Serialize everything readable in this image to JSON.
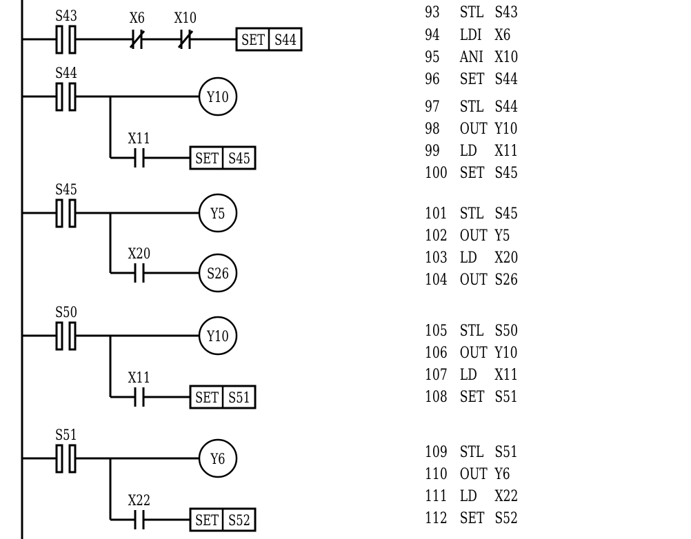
{
  "diagram": {
    "type": "plc-ladder-with-instruction-list",
    "rungs": [
      {
        "stl": "S43",
        "main_series": [
          {
            "kind": "nc-contact",
            "label": "X6"
          },
          {
            "kind": "nc-contact",
            "label": "X10"
          }
        ],
        "main_output": {
          "kind": "set",
          "op": "SET",
          "operand": "S44"
        },
        "branch": null
      },
      {
        "stl": "S44",
        "main_series": [],
        "main_output": {
          "kind": "coil",
          "operand": "Y10"
        },
        "branch": {
          "contact": {
            "kind": "no-contact",
            "label": "X11"
          },
          "output": {
            "kind": "set",
            "op": "SET",
            "operand": "S45"
          }
        }
      },
      {
        "stl": "S45",
        "main_series": [],
        "main_output": {
          "kind": "coil",
          "operand": "Y5"
        },
        "branch": {
          "contact": {
            "kind": "no-contact",
            "label": "X20"
          },
          "output": {
            "kind": "coil",
            "operand": "S26"
          }
        }
      },
      {
        "stl": "S50",
        "main_series": [],
        "main_output": {
          "kind": "coil",
          "operand": "Y10"
        },
        "branch": {
          "contact": {
            "kind": "no-contact",
            "label": "X11"
          },
          "output": {
            "kind": "set",
            "op": "SET",
            "operand": "S51"
          }
        }
      },
      {
        "stl": "S51",
        "main_series": [],
        "main_output": {
          "kind": "coil",
          "operand": "Y6"
        },
        "branch": {
          "contact": {
            "kind": "no-contact",
            "label": "X22"
          },
          "output": {
            "kind": "set",
            "op": "SET",
            "operand": "S52"
          }
        }
      }
    ]
  },
  "instruction_list": [
    {
      "step": "93",
      "op": "STL",
      "arg": "S43"
    },
    {
      "step": "94",
      "op": "LDI",
      "arg": "X6"
    },
    {
      "step": "95",
      "op": "ANI",
      "arg": "X10"
    },
    {
      "step": "96",
      "op": "SET",
      "arg": "S44"
    },
    {
      "step": "97",
      "op": "STL",
      "arg": "S44"
    },
    {
      "step": "98",
      "op": "OUT",
      "arg": "Y10"
    },
    {
      "step": "99",
      "op": "LD",
      "arg": "X11"
    },
    {
      "step": "100",
      "op": "SET",
      "arg": "S45"
    },
    {
      "step": "101",
      "op": "STL",
      "arg": "S45"
    },
    {
      "step": "102",
      "op": "OUT",
      "arg": "Y5"
    },
    {
      "step": "103",
      "op": "LD",
      "arg": "X20"
    },
    {
      "step": "104",
      "op": "OUT",
      "arg": "S26"
    },
    {
      "step": "105",
      "op": "STL",
      "arg": "S50"
    },
    {
      "step": "106",
      "op": "OUT",
      "arg": "Y10"
    },
    {
      "step": "107",
      "op": "LD",
      "arg": "X11"
    },
    {
      "step": "108",
      "op": "SET",
      "arg": "S51"
    },
    {
      "step": "109",
      "op": "STL",
      "arg": "S51"
    },
    {
      "step": "110",
      "op": "OUT",
      "arg": "Y6"
    },
    {
      "step": "111",
      "op": "LD",
      "arg": "X22"
    },
    {
      "step": "112",
      "op": "SET",
      "arg": "S52"
    }
  ]
}
